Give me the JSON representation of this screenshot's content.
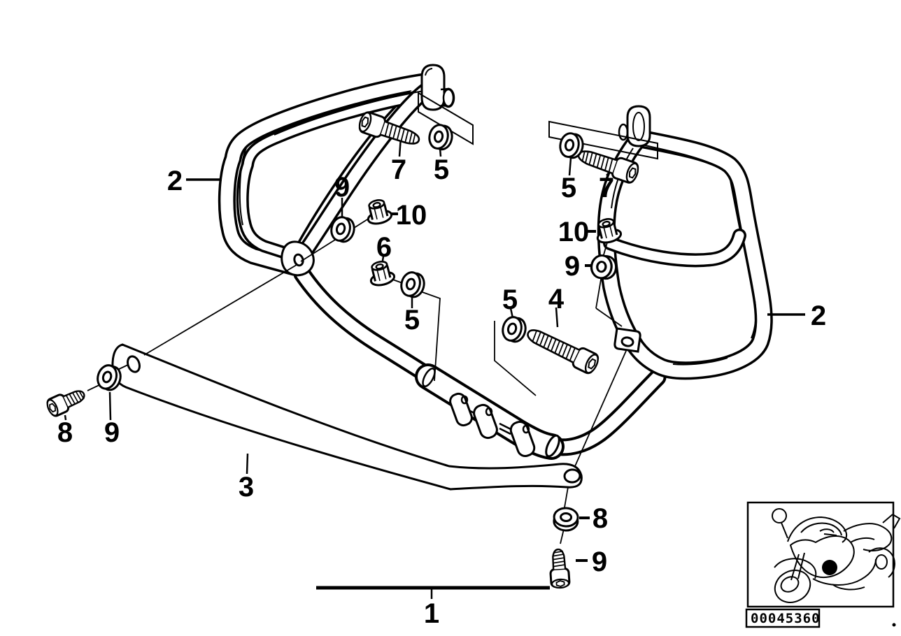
{
  "diagram": {
    "background_color": "#ffffff",
    "line_color": "#000000",
    "part_number": "00045360",
    "callouts": [
      {
        "label": "1"
      },
      {
        "label": "2"
      },
      {
        "label": "2"
      },
      {
        "label": "3"
      },
      {
        "label": "4"
      },
      {
        "label": "5"
      },
      {
        "label": "5"
      },
      {
        "label": "5"
      },
      {
        "label": "5"
      },
      {
        "label": "6"
      },
      {
        "label": "7"
      },
      {
        "label": "7"
      },
      {
        "label": "8"
      },
      {
        "label": "8"
      },
      {
        "label": "9"
      },
      {
        "label": "9"
      },
      {
        "label": "9"
      },
      {
        "label": "9"
      },
      {
        "label": "10"
      },
      {
        "label": "10"
      }
    ]
  }
}
